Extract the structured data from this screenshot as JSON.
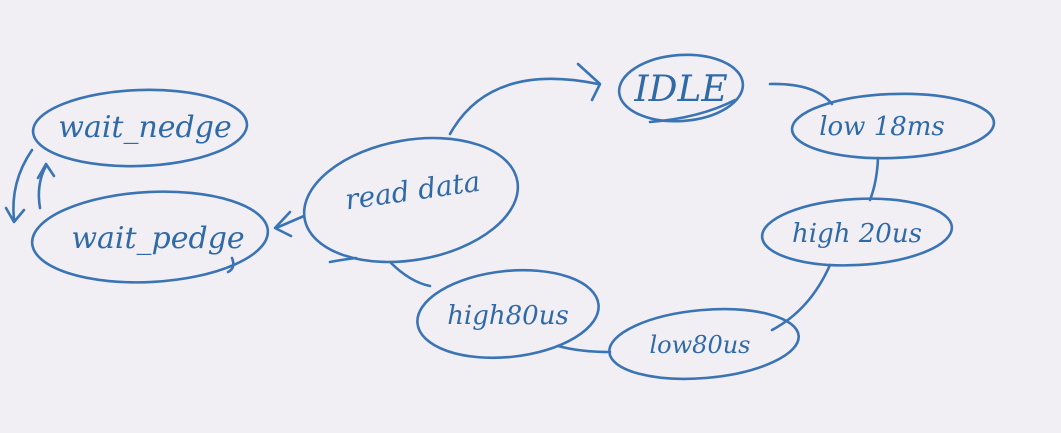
{
  "diagram": {
    "ink_color": "#3a74b4",
    "text_color": "#2f6aa8",
    "background_color": "#f1eff3",
    "states": {
      "idle": "IDLE",
      "low_18ms": "low 18ms",
      "high_20us": "high 20us",
      "low_80us": "low80us",
      "high_80us": "high80us",
      "read_data": "read data",
      "wait_pedge": "wait_pedge",
      "wait_nedge": "wait_nedge"
    }
  }
}
